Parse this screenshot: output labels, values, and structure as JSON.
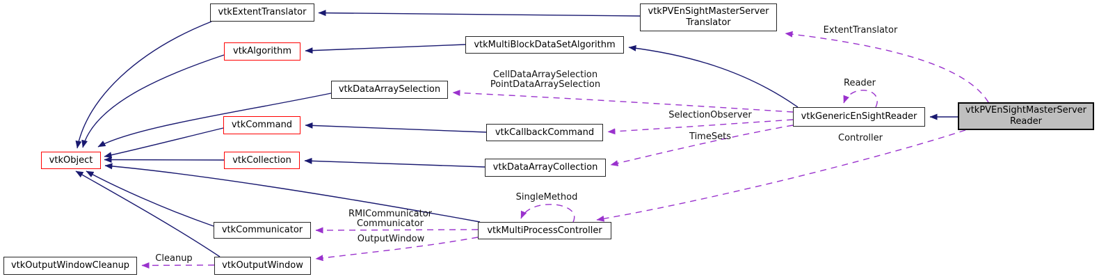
{
  "colors": {
    "solid_edge": "#191970",
    "dashed_edge": "#9a32cd",
    "red_border": "#ff0000",
    "highlight_fill": "#bfbfbf"
  },
  "nodes": {
    "vtkExtentTranslator": {
      "label": "vtkExtentTranslator"
    },
    "vtkPVEnSightMasterServerTranslator": {
      "label": "vtkPVEnSightMasterServer\nTranslator"
    },
    "vtkAlgorithm": {
      "label": "vtkAlgorithm"
    },
    "vtkMultiBlockDataSetAlgorithm": {
      "label": "vtkMultiBlockDataSetAlgorithm"
    },
    "vtkDataArraySelection": {
      "label": "vtkDataArraySelection"
    },
    "vtkCommand": {
      "label": "vtkCommand"
    },
    "vtkCallbackCommand": {
      "label": "vtkCallbackCommand"
    },
    "vtkObject": {
      "label": "vtkObject"
    },
    "vtkCollection": {
      "label": "vtkCollection"
    },
    "vtkDataArrayCollection": {
      "label": "vtkDataArrayCollection"
    },
    "vtkCommunicator": {
      "label": "vtkCommunicator"
    },
    "vtkMultiProcessController": {
      "label": "vtkMultiProcessController"
    },
    "vtkOutputWindowCleanup": {
      "label": "vtkOutputWindowCleanup"
    },
    "vtkOutputWindow": {
      "label": "vtkOutputWindow"
    },
    "vtkGenericEnSightReader": {
      "label": "vtkGenericEnSightReader"
    },
    "vtkPVEnSightMasterServerReader": {
      "label": "vtkPVEnSightMasterServer\nReader"
    }
  },
  "edge_labels": {
    "extentTranslator": "ExtentTranslator",
    "cellPointDataArraySelection": "CellDataArraySelection\nPointDataArraySelection",
    "reader": "Reader",
    "selectionObserver": "SelectionObserver",
    "timeSets": "TimeSets",
    "controller": "Controller",
    "singleMethod": "SingleMethod",
    "rmiCommunicator": "RMICommunicator\nCommunicator",
    "outputWindow": "OutputWindow",
    "cleanup": "Cleanup"
  }
}
